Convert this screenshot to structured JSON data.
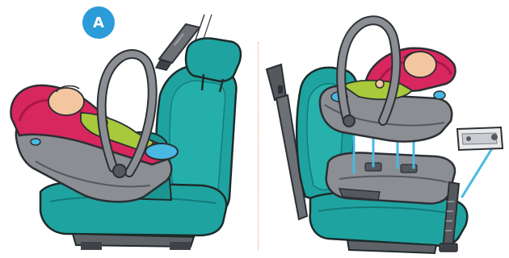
{
  "step_badge": {
    "label": "A",
    "color": "#2b9bd9"
  },
  "colors": {
    "seat_teal": "#1fa3a0",
    "seat_teal_dark": "#137a79",
    "carrier_pink": "#d8275e",
    "carrier_grey": "#8b8f94",
    "carrier_grey_dark": "#55595e",
    "divider": "#e6a27e",
    "guide_blue": "#49b9e4",
    "baby_green": "#a7c93b"
  },
  "icons": {
    "left_panel": "car-seat-carrier-on-vehicle-seat",
    "right_panel": "carrier-lowered-onto-isofix-base",
    "base_label_inset": "isofix-anchor-icon"
  }
}
